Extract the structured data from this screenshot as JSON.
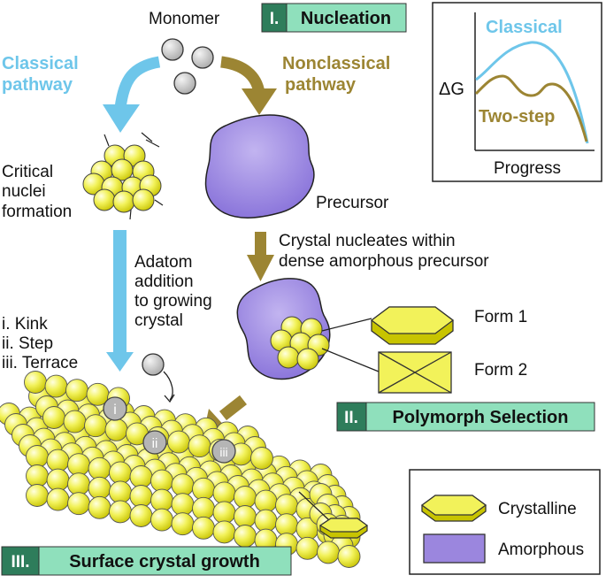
{
  "stages": {
    "nucleation": {
      "number": "I.",
      "label": "Nucleation"
    },
    "polymorph": {
      "number": "II.",
      "label": "Polymorph Selection"
    },
    "growth": {
      "number": "III.",
      "label": "Surface crystal growth"
    }
  },
  "labels": {
    "monomer": "Monomer",
    "classical_pathway": [
      "Classical",
      "pathway"
    ],
    "nonclassical_pathway": [
      "Nonclassical",
      "pathway"
    ],
    "critical_nuclei": [
      "Critical",
      "nuclei",
      "formation"
    ],
    "precursor": "Precursor",
    "crystal_nucleates": [
      "Crystal nucleates within",
      "dense amorphous precursor"
    ],
    "adatom_addition": [
      "Adatom",
      "addition",
      "to growing",
      "crystal"
    ],
    "site_list": [
      "i.   Kink",
      "ii.  Step",
      "iii. Terrace"
    ],
    "form1": "Form 1",
    "form2": "Form 2",
    "site_markers": [
      "i",
      "ii",
      "iii"
    ]
  },
  "energy_plot": {
    "ylabel": "ΔG",
    "xlabel": "Progress",
    "classical_label": "Classical",
    "two_step_label": "Two-step"
  },
  "legend": {
    "items": [
      {
        "label": "Crystalline",
        "color": "#f2f25a"
      },
      {
        "label": "Amorphous",
        "color": "#9b86de"
      }
    ]
  },
  "colors": {
    "classical": "#6ec6ea",
    "nonclassical": "#9c8533",
    "crystal": "#f2f25a",
    "amorphous": "#9b86de",
    "badge_dark": "#2e7d5b",
    "badge_light": "#8fe0bc"
  }
}
